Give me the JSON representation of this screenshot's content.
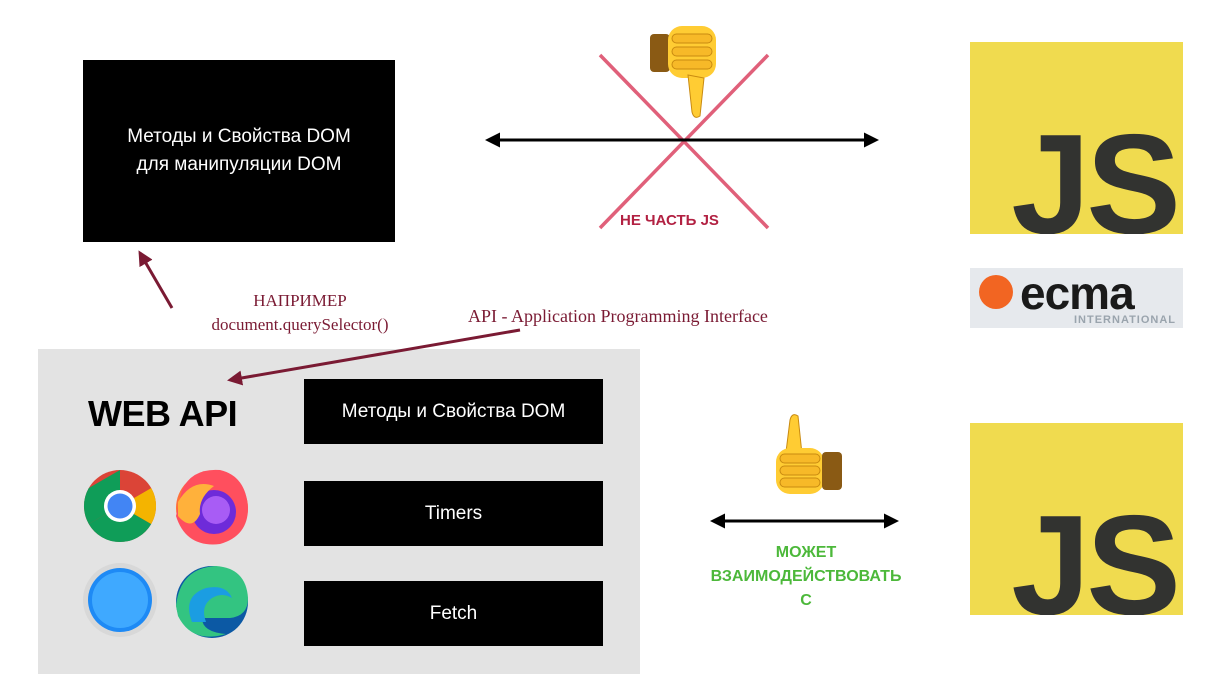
{
  "dom_box": {
    "text": "Методы и Свойства DOM\nдля манипуляции DOM"
  },
  "annotations": {
    "example": "НАПРИМЕР\ndocument.querySelector()",
    "api_definition": "API - Application Programming Interface",
    "not_part_of_js": "НЕ ЧАСТЬ JS",
    "can_interact": "МОЖЕТ\nВЗАИМОДЕЙСТВОВАТЬ\nС"
  },
  "web_api": {
    "title": "WEB API",
    "items": [
      "Методы и Свойства DOM",
      "Timers",
      "Fetch"
    ],
    "browsers": [
      "chrome-icon",
      "firefox-icon",
      "safari-icon",
      "edge-icon"
    ]
  },
  "logos": {
    "js_top": "JS",
    "js_bottom": "JS",
    "ecma_word": "ecma",
    "ecma_sub": "INTERNATIONAL"
  },
  "icons": [
    "thumbs-down-icon",
    "thumbs-up-icon"
  ],
  "colors": {
    "maroon": "#7a1a33",
    "cross": "#e0607a",
    "green": "#4cb83a",
    "js_yellow": "#f0db4f",
    "panel_gray": "#e3e3e3"
  }
}
